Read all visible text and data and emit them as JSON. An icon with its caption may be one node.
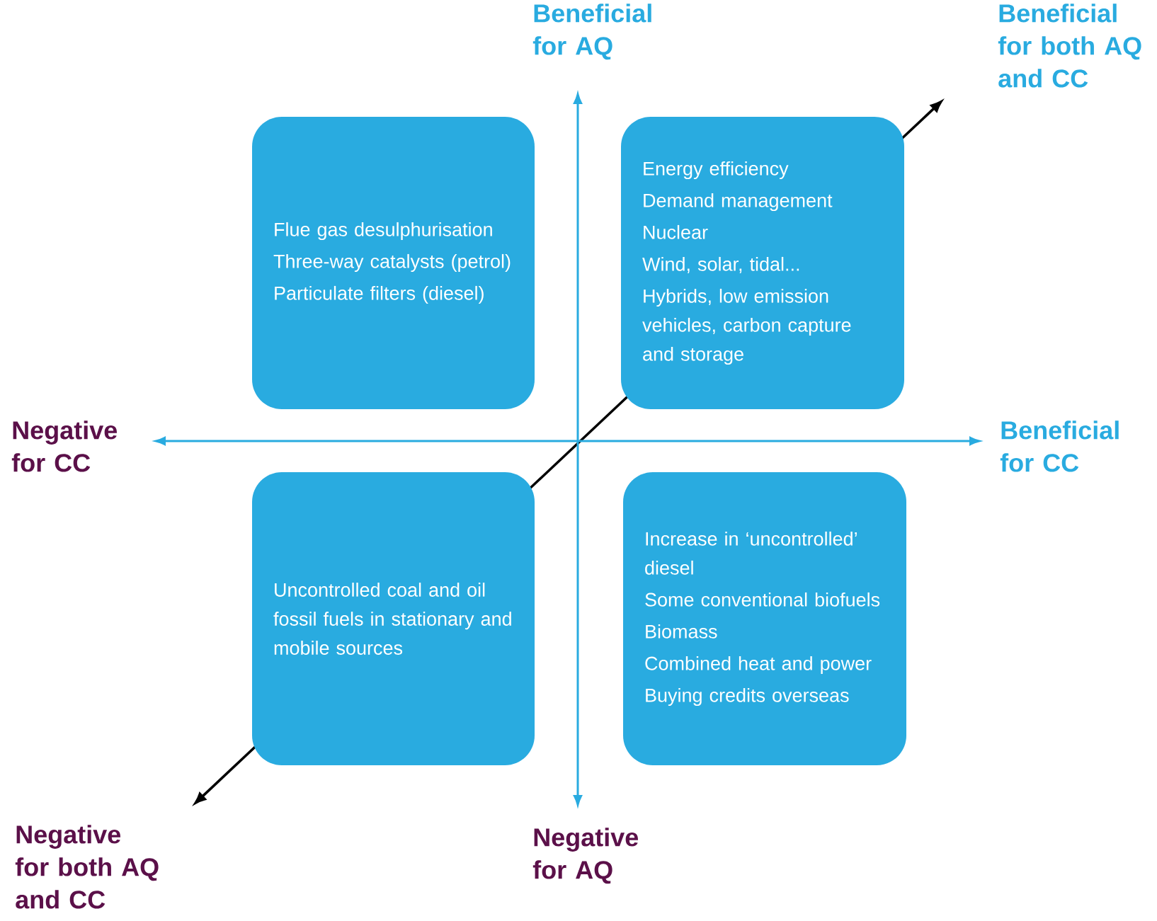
{
  "diagram": {
    "nodes": [
      {
        "text": [
          "Flue gas desulphurisation",
          "Three-way catalysts (petrol)",
          "Particulate filters (diesel)"
        ]
      },
      {
        "text": [
          "Energy efficiency",
          "Demand management",
          "Nuclear",
          "Wind, solar, tidal...",
          "Hybrids, low emission vehicles, carbon capture and storage"
        ]
      },
      {
        "text": [
          "Uncontrolled coal and oil fossil fuels in stationary and mobile sources"
        ]
      },
      {
        "text": [
          "Increase in ‘uncontrolled’ diesel",
          "Some conventional biofuels",
          "Biomass",
          "Combined heat and power",
          "Buying credits overseas"
        ]
      }
    ],
    "labels": [
      "Beneficial for AQ",
      "Beneficial for both AQ and CC",
      "Negative for CC",
      "Beneficial for CC",
      "Negative for both AQ and CC",
      "Negative for AQ"
    ]
  }
}
